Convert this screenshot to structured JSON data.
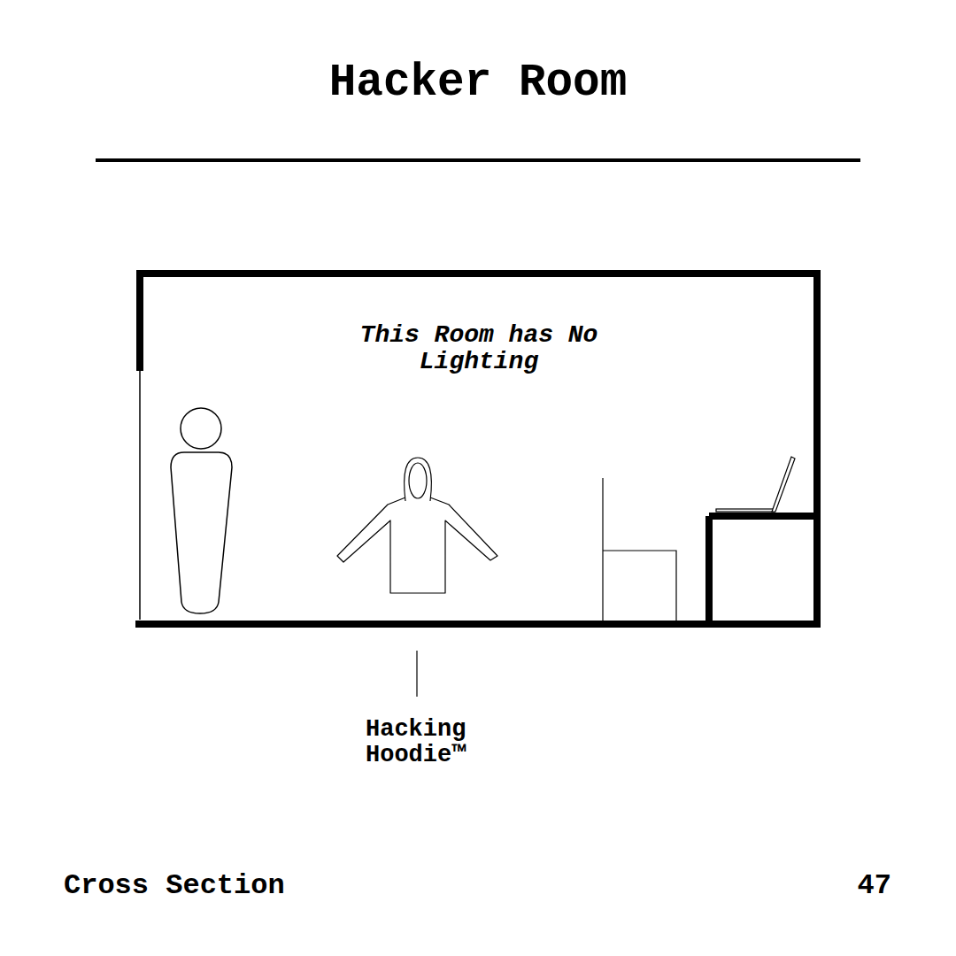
{
  "diagram": {
    "title": "Hacker Room",
    "nodes": [
      {
        "text": [
          "This Room has No Lighting"
        ]
      }
    ],
    "labels": [
      "Hacking Hoodie™",
      "Cross Section",
      "47"
    ]
  }
}
